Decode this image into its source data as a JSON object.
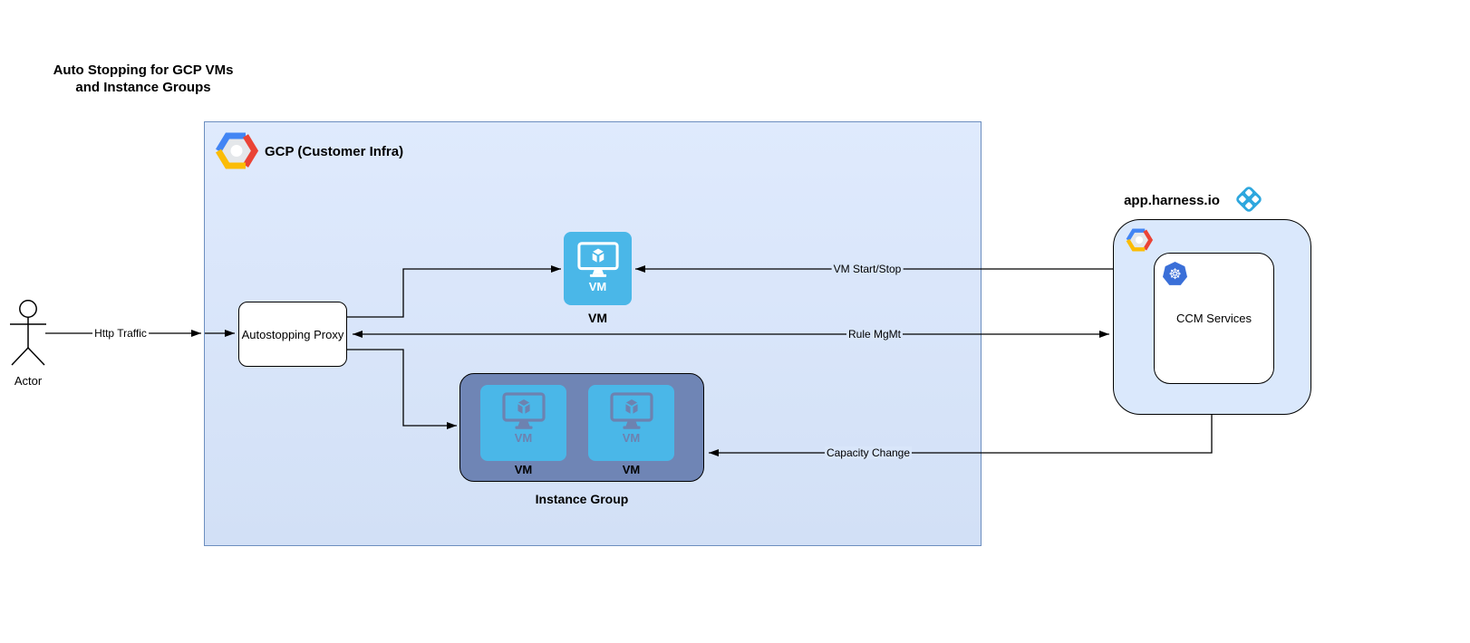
{
  "title": "Auto Stopping for GCP VMs\nand Instance Groups",
  "actor": {
    "label": "Actor"
  },
  "edges": {
    "http_traffic": "Http Traffic",
    "vm_start_stop": "VM Start/Stop",
    "rule_mgmt": "Rule MgMt",
    "capacity_change": "Capacity Change"
  },
  "gcp": {
    "label": "GCP (Customer Infra)",
    "logo": "gcp-hexagon-logo",
    "proxy": {
      "label": "Autostopping Proxy"
    },
    "vm": {
      "icon": "vm-monitor-icon",
      "inner_label": "VM",
      "label": "VM"
    },
    "instance_group": {
      "label": "Instance Group",
      "vms": [
        {
          "inner_label": "VM",
          "label": "VM"
        },
        {
          "inner_label": "VM",
          "label": "VM"
        }
      ]
    }
  },
  "harness": {
    "domain": "app.harness.io",
    "logo": "harness-logo",
    "gcp_logo": "gcp-hexagon-logo",
    "ccm": {
      "label": "CCM Services",
      "icon": "kubernetes-icon"
    }
  },
  "colors": {
    "gcp_box_fill": "#dae8fc",
    "gcp_box_border": "#6c8ebf",
    "vm_blue": "#4ab7e8",
    "instance_group_fill": "#6f85b5",
    "harness_blue": "#2ea7de",
    "kubernetes_blue": "#3a6fd8",
    "gcp_logo_blue": "#4285f4",
    "gcp_logo_red": "#ea4335",
    "gcp_logo_yellow": "#fbbc05",
    "line_color": "#000000"
  }
}
